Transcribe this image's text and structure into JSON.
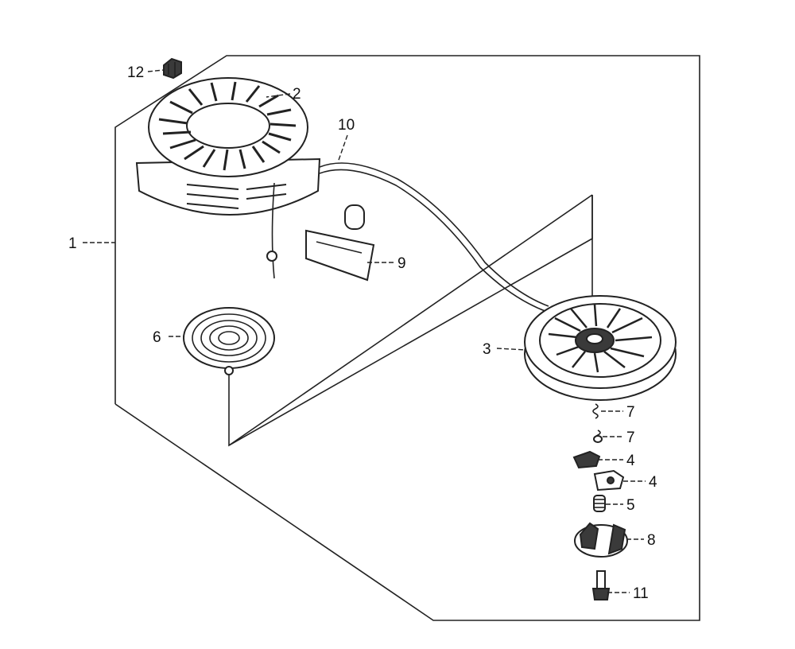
{
  "callouts": {
    "c1": "1",
    "c2": "2",
    "c3": "3",
    "c4a": "4",
    "c4b": "4",
    "c5": "5",
    "c6": "6",
    "c7a": "7",
    "c7b": "7",
    "c8": "8",
    "c9": "9",
    "c10": "10",
    "c11": "11",
    "c12": "12"
  }
}
